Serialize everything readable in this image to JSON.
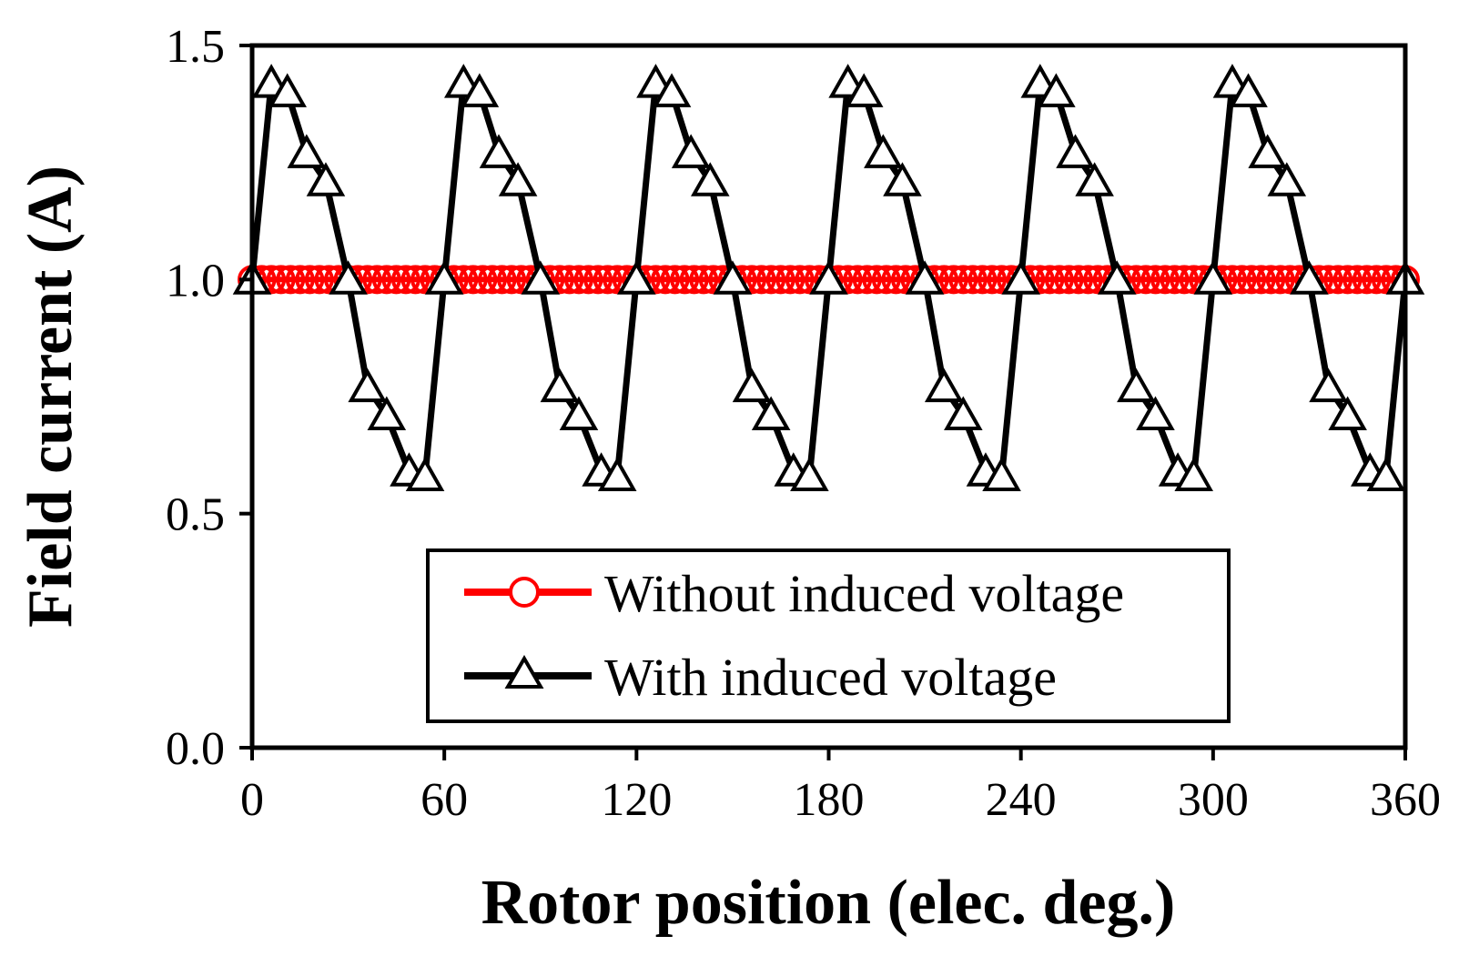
{
  "chart_data": {
    "type": "line",
    "title": "",
    "xlabel": "Rotor position (elec. deg.)",
    "ylabel": "Field current (A)",
    "xlim": [
      0,
      360
    ],
    "ylim": [
      0,
      1.5
    ],
    "xticks": [
      "0",
      "60",
      "120",
      "180",
      "240",
      "300",
      "360"
    ],
    "yticks": [
      "0.0",
      "0.5",
      "1.0",
      "1.5"
    ],
    "grid": false,
    "legend_position": "bottom-center",
    "series": [
      {
        "name": "Without induced voltage",
        "color": "#ff0000",
        "marker": "circle",
        "x": [
          0,
          3,
          6,
          9,
          12,
          15,
          18,
          21,
          24,
          27,
          30,
          33,
          36,
          39,
          42,
          45,
          48,
          51,
          54,
          57,
          60,
          63,
          66,
          69,
          72,
          75,
          78,
          81,
          84,
          87,
          90,
          93,
          96,
          99,
          102,
          105,
          108,
          111,
          114,
          117,
          120,
          123,
          126,
          129,
          132,
          135,
          138,
          141,
          144,
          147,
          150,
          153,
          156,
          159,
          162,
          165,
          168,
          171,
          174,
          177,
          180,
          183,
          186,
          189,
          192,
          195,
          198,
          201,
          204,
          207,
          210,
          213,
          216,
          219,
          222,
          225,
          228,
          231,
          234,
          237,
          240,
          243,
          246,
          249,
          252,
          255,
          258,
          261,
          264,
          267,
          270,
          273,
          276,
          279,
          282,
          285,
          288,
          291,
          294,
          297,
          300,
          303,
          306,
          309,
          312,
          315,
          318,
          321,
          324,
          327,
          330,
          333,
          336,
          339,
          342,
          345,
          348,
          351,
          354,
          357,
          360
        ],
        "y": [
          1.0,
          1.0,
          1.0,
          1.0,
          1.0,
          1.0,
          1.0,
          1.0,
          1.0,
          1.0,
          1.0,
          1.0,
          1.0,
          1.0,
          1.0,
          1.0,
          1.0,
          1.0,
          1.0,
          1.0,
          1.0,
          1.0,
          1.0,
          1.0,
          1.0,
          1.0,
          1.0,
          1.0,
          1.0,
          1.0,
          1.0,
          1.0,
          1.0,
          1.0,
          1.0,
          1.0,
          1.0,
          1.0,
          1.0,
          1.0,
          1.0,
          1.0,
          1.0,
          1.0,
          1.0,
          1.0,
          1.0,
          1.0,
          1.0,
          1.0,
          1.0,
          1.0,
          1.0,
          1.0,
          1.0,
          1.0,
          1.0,
          1.0,
          1.0,
          1.0,
          1.0,
          1.0,
          1.0,
          1.0,
          1.0,
          1.0,
          1.0,
          1.0,
          1.0,
          1.0,
          1.0,
          1.0,
          1.0,
          1.0,
          1.0,
          1.0,
          1.0,
          1.0,
          1.0,
          1.0,
          1.0,
          1.0,
          1.0,
          1.0,
          1.0,
          1.0,
          1.0,
          1.0,
          1.0,
          1.0,
          1.0,
          1.0,
          1.0,
          1.0,
          1.0,
          1.0,
          1.0,
          1.0,
          1.0,
          1.0,
          1.0,
          1.0,
          1.0,
          1.0,
          1.0,
          1.0,
          1.0,
          1.0,
          1.0,
          1.0,
          1.0,
          1.0,
          1.0,
          1.0,
          1.0,
          1.0,
          1.0,
          1.0,
          1.0,
          1.0,
          1.0
        ]
      },
      {
        "name": "With induced voltage",
        "color": "#000000",
        "marker": "triangle",
        "x": [
          0,
          6,
          11,
          17,
          23,
          30,
          36,
          42,
          49,
          54,
          60,
          66,
          71,
          77,
          83,
          90,
          96,
          102,
          109,
          114,
          120,
          126,
          131,
          137,
          143,
          150,
          156,
          162,
          169,
          174,
          180,
          186,
          191,
          197,
          203,
          210,
          216,
          222,
          229,
          234,
          240,
          246,
          251,
          257,
          263,
          270,
          276,
          282,
          289,
          294,
          300,
          306,
          311,
          317,
          323,
          330,
          336,
          342,
          349,
          354,
          360
        ],
        "y": [
          1.0,
          1.42,
          1.4,
          1.27,
          1.21,
          1.0,
          0.77,
          0.71,
          0.59,
          0.58,
          1.0,
          1.42,
          1.4,
          1.27,
          1.21,
          1.0,
          0.77,
          0.71,
          0.59,
          0.58,
          1.0,
          1.42,
          1.4,
          1.27,
          1.21,
          1.0,
          0.77,
          0.71,
          0.59,
          0.58,
          1.0,
          1.42,
          1.4,
          1.27,
          1.21,
          1.0,
          0.77,
          0.71,
          0.59,
          0.58,
          1.0,
          1.42,
          1.4,
          1.27,
          1.21,
          1.0,
          0.77,
          0.71,
          0.59,
          0.58,
          1.0,
          1.42,
          1.4,
          1.27,
          1.21,
          1.0,
          0.77,
          0.71,
          0.59,
          0.58,
          1.0
        ]
      }
    ]
  }
}
